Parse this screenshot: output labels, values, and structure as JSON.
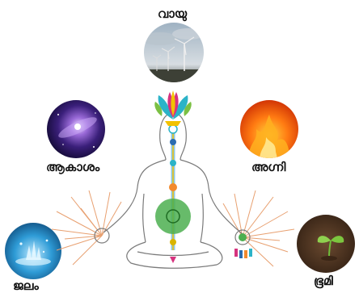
{
  "elements": {
    "air": {
      "label": "വായു"
    },
    "space": {
      "label": "ആകാശം"
    },
    "fire": {
      "label": "അഗ്നി"
    },
    "water": {
      "label": "ജലം"
    },
    "earth": {
      "label": "ഭൂമി"
    }
  },
  "colors": {
    "ray": "#e8a070",
    "heart_chakra": "#4caf50",
    "outline": "#7a7a7a",
    "lotus_yellow": "#f2c200",
    "lotus_magenta": "#d6337f",
    "lotus_cyan": "#2bb3c8"
  },
  "icons": [
    "wind-turbines-icon",
    "galaxy-icon",
    "flames-icon",
    "water-splash-icon",
    "sprout-icon",
    "lotus-icon",
    "meditating-figure-icon"
  ]
}
